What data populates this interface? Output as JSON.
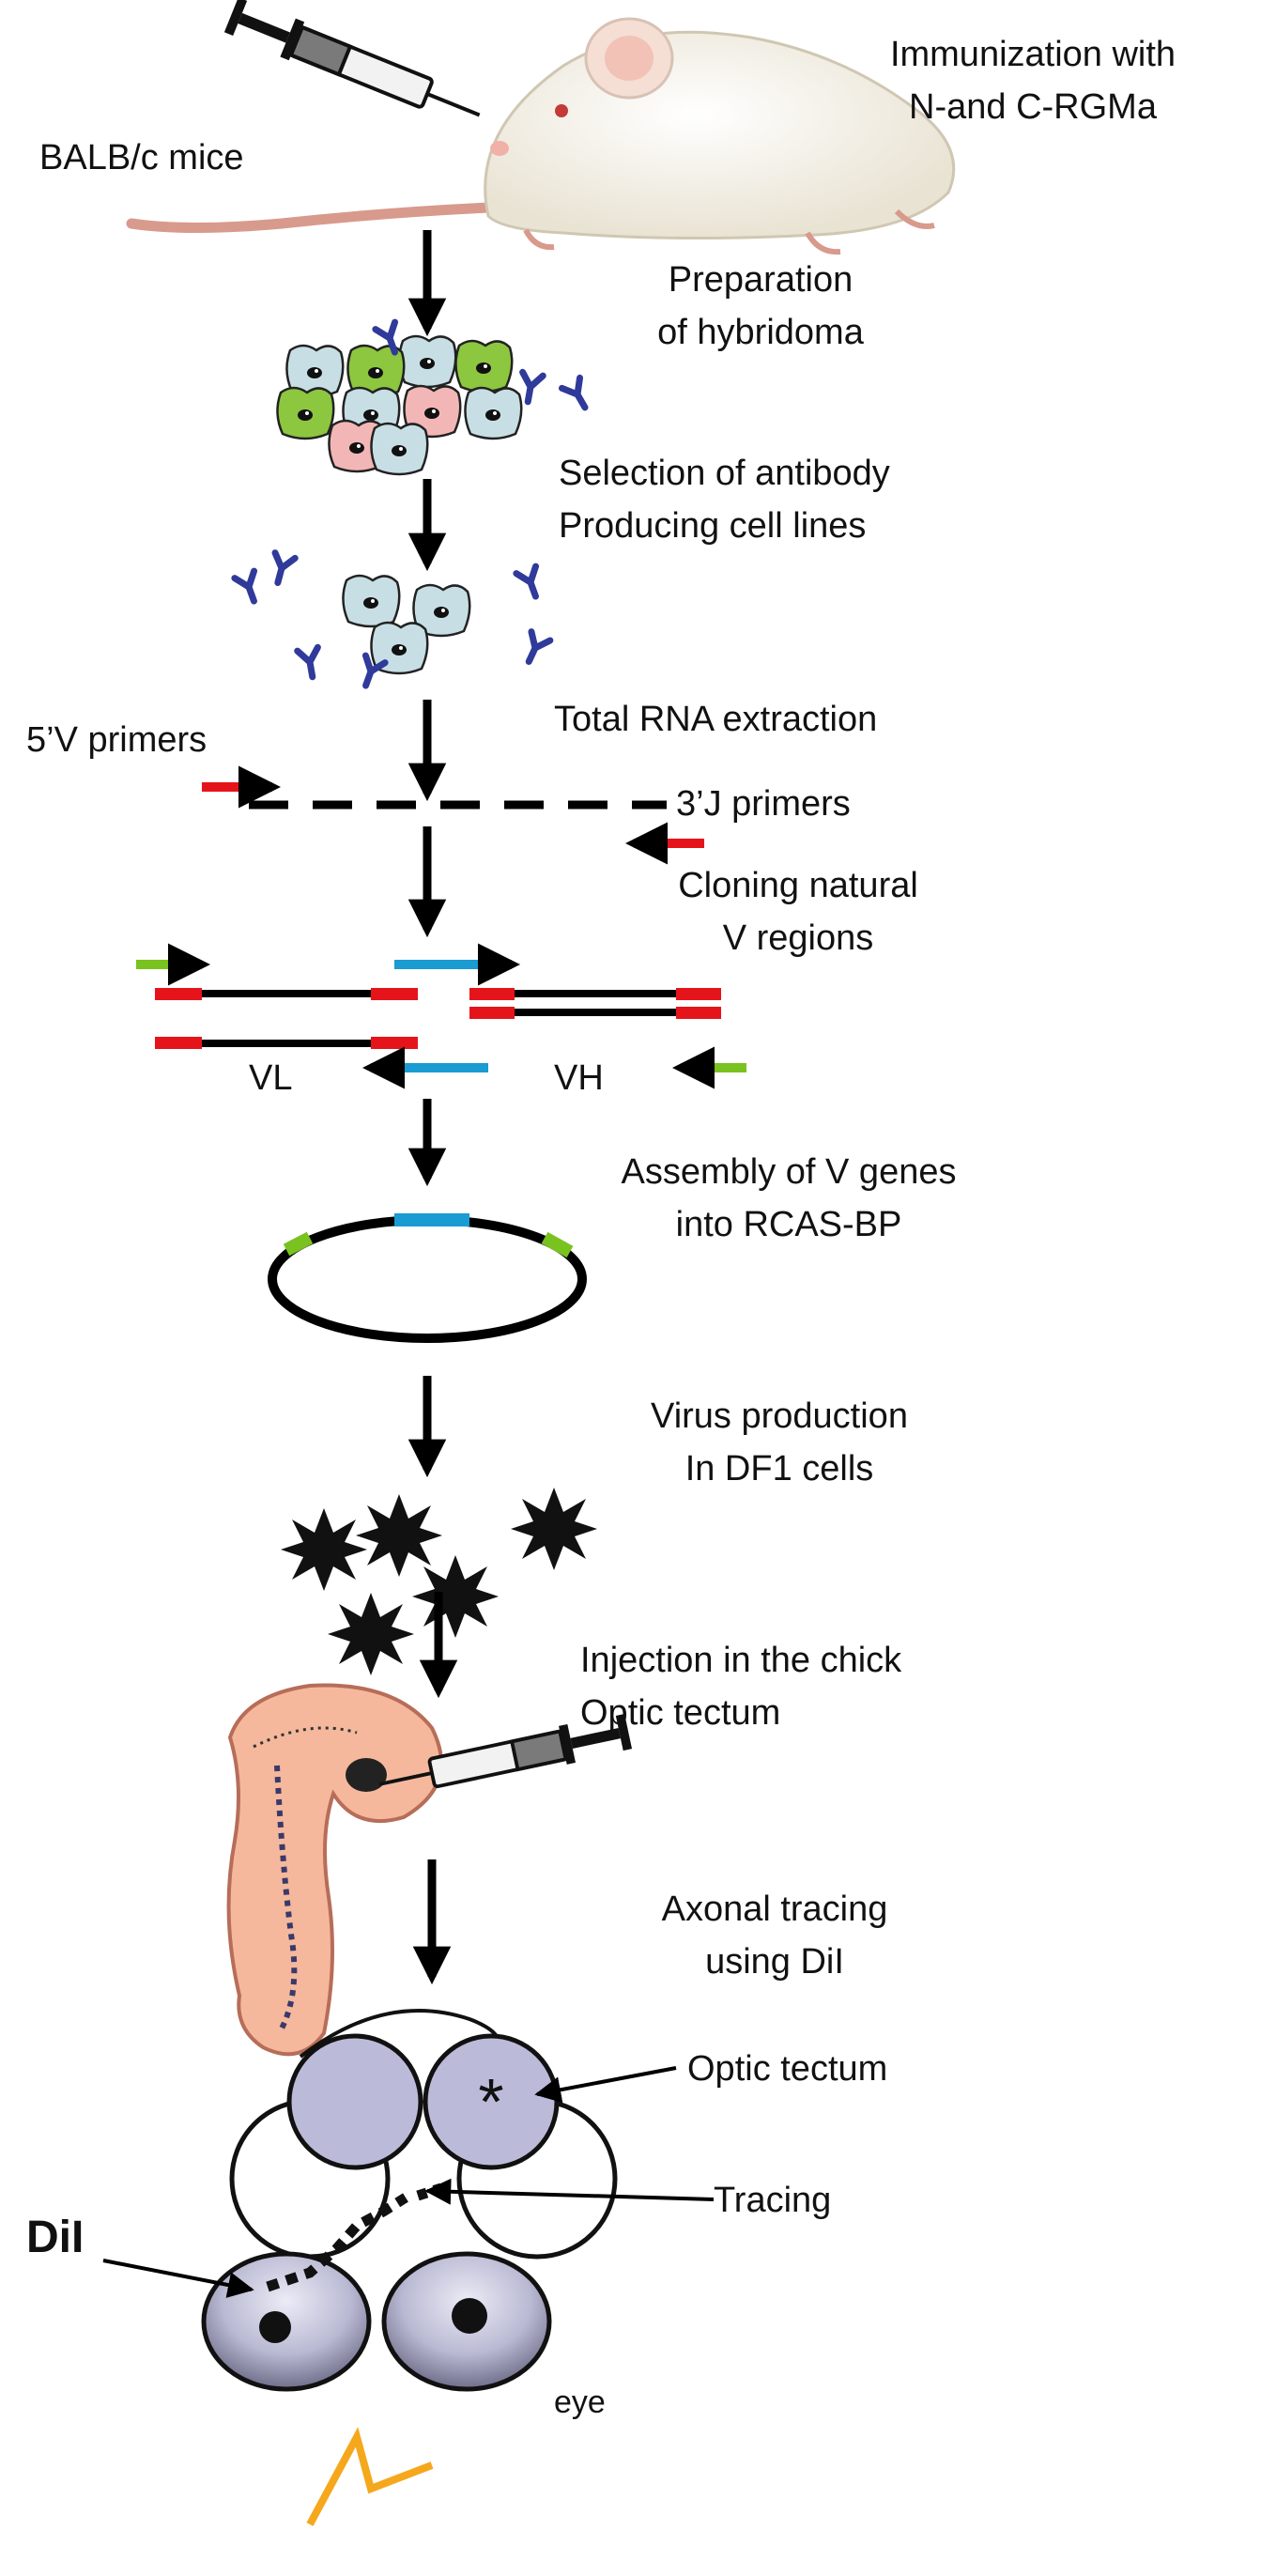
{
  "steps": {
    "immunization": [
      "Immunization with",
      "N-and C-RGMa"
    ],
    "mice_label": "BALB/c mice",
    "hybridoma": [
      "Preparation",
      "of hybridoma"
    ],
    "selection": [
      "Selection of antibody",
      "Producing cell lines"
    ],
    "rna": "Total RNA extraction",
    "cloning": [
      "Cloning natural",
      "V regions"
    ],
    "assembly": [
      "Assembly of V genes",
      "into RCAS-BP"
    ],
    "virus": [
      "Virus production",
      "In DF1 cells"
    ],
    "injection": [
      "Injection in the chick",
      "Optic tectum"
    ],
    "tracing": [
      "Axonal tracing",
      "using DiI"
    ]
  },
  "primers": {
    "five_v": "5’V primers",
    "three_j": "3’J primers"
  },
  "regions": {
    "vl": "VL",
    "vh": "VH"
  },
  "brain": {
    "optic_tectum": "Optic tectum",
    "tracing": "Tracing",
    "dil": "DiI",
    "eye": "eye",
    "asterisk": "*"
  },
  "colors": {
    "arrow": "#000000",
    "primer_red": "#e5141b",
    "primer_blue": "#1a9bd1",
    "primer_green": "#7ac21f",
    "antibody": "#2f3a9a",
    "cell_blue": "#c7dfe4",
    "cell_green": "#8dc63f",
    "cell_pink": "#f3b6b6",
    "tectum": "#b8b8da",
    "embryo": "#f5b89c",
    "lightning": "#f5a81c"
  }
}
